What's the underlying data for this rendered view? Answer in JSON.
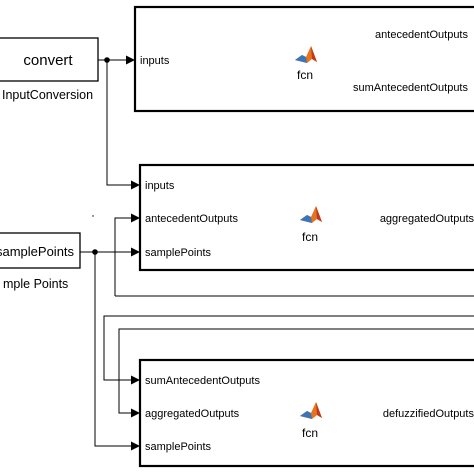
{
  "convert_block": {
    "title": "convert",
    "caption": "InputConversion"
  },
  "sample_block": {
    "title": "samplePoints",
    "caption": "mple Points"
  },
  "fcn1": {
    "inputs": [
      "inputs"
    ],
    "outputs": [
      "antecedentOutputs",
      "sumAntecedentOutputs"
    ],
    "label": "fcn"
  },
  "fcn2": {
    "inputs": [
      "inputs",
      "antecedentOutputs",
      "samplePoints"
    ],
    "outputs": [
      "aggregatedOutputs"
    ],
    "label": "fcn"
  },
  "fcn3": {
    "inputs": [
      "sumAntecedentOutputs",
      "aggregatedOutputs",
      "samplePoints"
    ],
    "outputs": [
      "defuzzifiedOutputs"
    ],
    "label": "fcn"
  },
  "colors": {
    "matlab_logo_orange": "#e8731c",
    "matlab_logo_red": "#c0391e",
    "matlab_logo_blue": "#3a75b8"
  },
  "icons": {
    "function_block_icon": "matlab-logo-icon"
  }
}
